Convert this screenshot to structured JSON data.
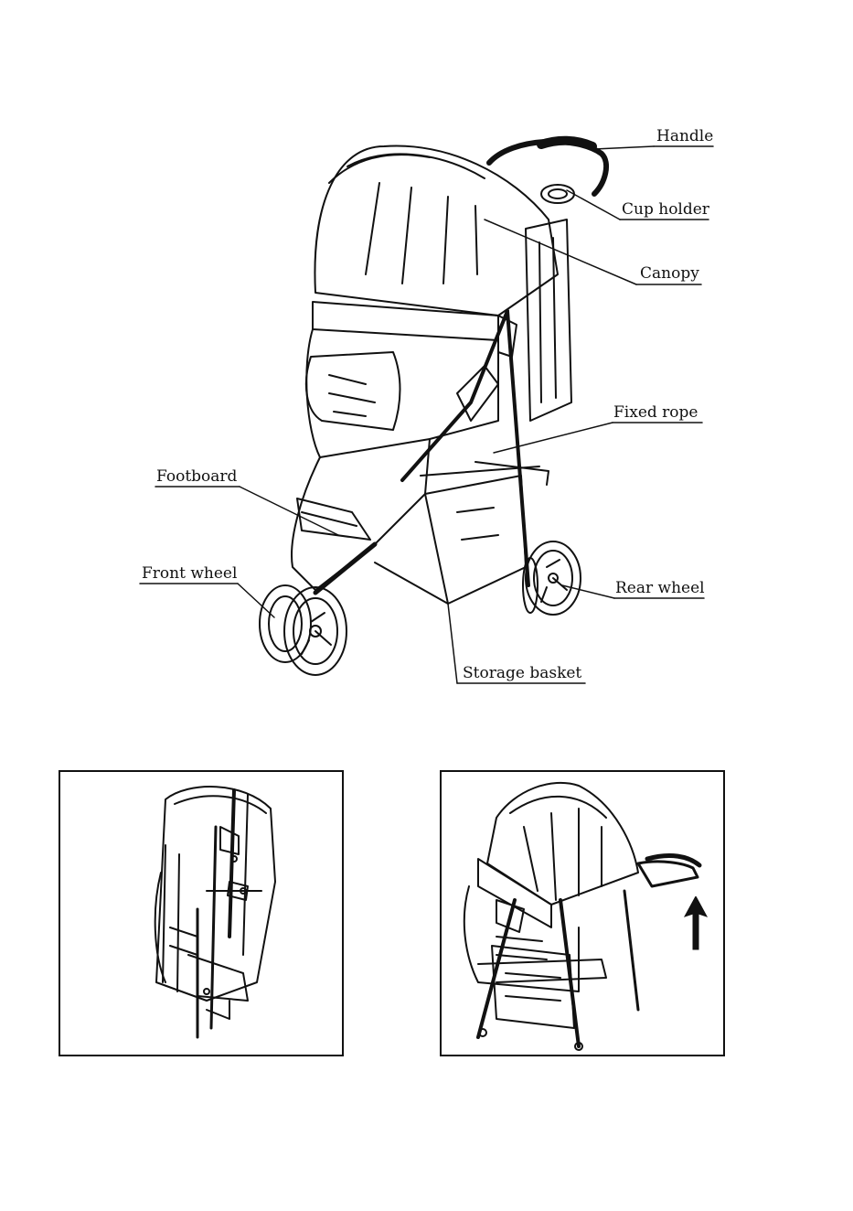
{
  "labels": {
    "handle": "Handle",
    "cup_holder": "Cup holder",
    "canopy": "Canopy",
    "fixed_rope": "Fixed rope",
    "footboard": "Footboard",
    "front_wheel": "Front wheel",
    "rear_wheel": "Rear wheel",
    "storage_basket": "Storage basket"
  },
  "colors": {
    "ink": "#111111",
    "paper": "#ffffff"
  },
  "panels": [
    "folded-stroller",
    "unfolding-stroller"
  ],
  "icons": {
    "arrow": "up-arrow-icon"
  }
}
